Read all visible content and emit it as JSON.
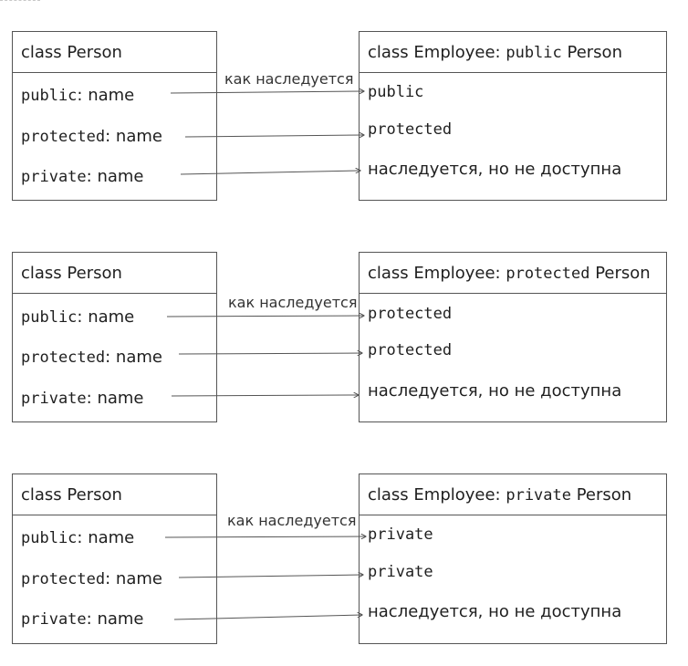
{
  "diagrams": [
    {
      "base_class": "class Person",
      "base_members": [
        {
          "keyword": "public",
          "suffix": ": name"
        },
        {
          "keyword": "protected",
          "suffix": ": name"
        },
        {
          "keyword": "private",
          "suffix": ": name"
        }
      ],
      "derived_prefix": "class Employee: ",
      "derived_keyword": "public",
      "derived_suffix": " Person",
      "derived_members": [
        "public",
        "protected",
        "наследуется, но не доступна"
      ],
      "arrow_caption": "как наследуется"
    },
    {
      "base_class": "class Person",
      "base_members": [
        {
          "keyword": "public",
          "suffix": ": name"
        },
        {
          "keyword": "protected",
          "suffix": ": name"
        },
        {
          "keyword": "private",
          "suffix": ": name"
        }
      ],
      "derived_prefix": "class Employee: ",
      "derived_keyword": "protected",
      "derived_suffix": " Person",
      "derived_members": [
        "protected",
        "protected",
        "наследуется, но не доступна"
      ],
      "arrow_caption": "как наследуется"
    },
    {
      "base_class": "class Person",
      "base_members": [
        {
          "keyword": "public",
          "suffix": ": name"
        },
        {
          "keyword": "protected",
          "suffix": ": name"
        },
        {
          "keyword": "private",
          "suffix": ": name"
        }
      ],
      "derived_prefix": "class Employee: ",
      "derived_keyword": "private",
      "derived_suffix": " Person",
      "derived_members": [
        "private",
        "private",
        "наследуется, но не доступна"
      ],
      "arrow_caption": "как наследуется"
    }
  ]
}
